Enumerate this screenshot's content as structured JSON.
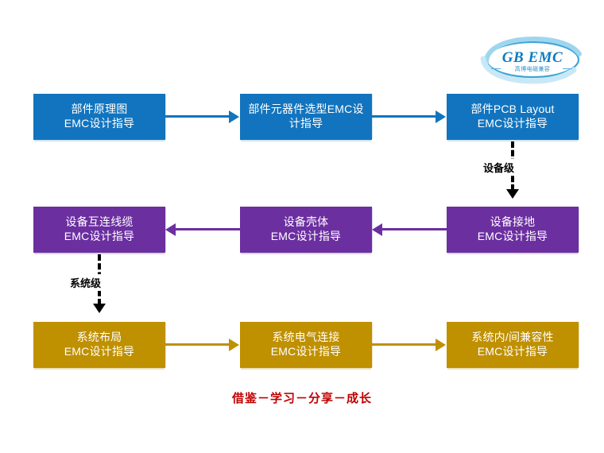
{
  "logo": {
    "wordmark": "GB EMC",
    "subtitle": "高博电磁兼容",
    "color": "#0E7CC0"
  },
  "diagram": {
    "type": "flowchart",
    "colors": {
      "component_level": "#1274BE",
      "device_level": "#6B2FA0",
      "system_level": "#BF9000",
      "slogan": "#C00000",
      "connector_dashed": "#000000"
    },
    "rows": [
      {
        "level_color": "#1274BE",
        "flow": "left-to-right",
        "nodes": [
          {
            "line1": "部件原理图",
            "line2": "EMC设计指导"
          },
          {
            "line1": "部件元器件选型EMC设",
            "line2": "计指导"
          },
          {
            "line1": "部件PCB Layout",
            "line2": "EMC设计指导"
          }
        ]
      },
      {
        "level_color": "#6B2FA0",
        "flow": "right-to-left",
        "nodes": [
          {
            "line1": "设备互连线缆",
            "line2": "EMC设计指导"
          },
          {
            "line1": "设备壳体",
            "line2": "EMC设计指导"
          },
          {
            "line1": "设备接地",
            "line2": "EMC设计指导"
          }
        ]
      },
      {
        "level_color": "#BF9000",
        "flow": "left-to-right",
        "nodes": [
          {
            "line1": "系统布局",
            "line2": "EMC设计指导"
          },
          {
            "line1": "系统电气连接",
            "line2": "EMC设计指导"
          },
          {
            "line1": "系统内/间兼容性",
            "line2": "EMC设计指导"
          }
        ]
      }
    ],
    "transitions": [
      {
        "label": "设备级",
        "direction": "down"
      },
      {
        "label": "系统级",
        "direction": "down"
      }
    ],
    "slogan": "借鉴－学习－分享－成长"
  }
}
